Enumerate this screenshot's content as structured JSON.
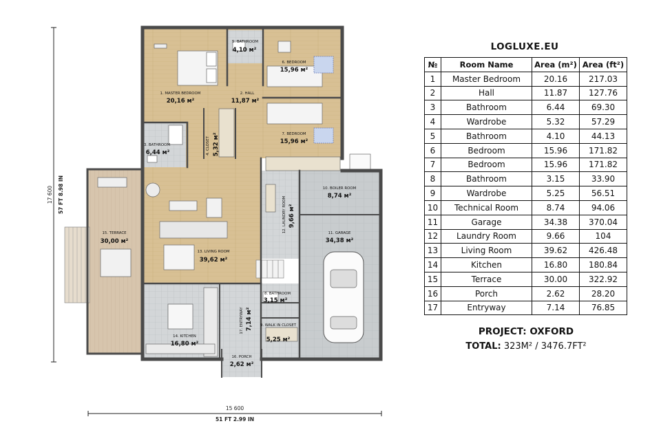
{
  "brand": "LOGLUXE.EU",
  "table": {
    "headers": {
      "num": "№",
      "name": "Room Name",
      "area_m2": "Area (m²)",
      "area_ft2": "Area (ft²)"
    },
    "rows": [
      {
        "num": "1",
        "name": "Master Bedroom",
        "m2": "20.16",
        "ft2": "217.03"
      },
      {
        "num": "2",
        "name": "Hall",
        "m2": "11.87",
        "ft2": "127.76"
      },
      {
        "num": "3",
        "name": "Bathroom",
        "m2": "6.44",
        "ft2": "69.30"
      },
      {
        "num": "4",
        "name": "Wardrobe",
        "m2": "5.32",
        "ft2": "57.29"
      },
      {
        "num": "5",
        "name": "Bathroom",
        "m2": "4.10",
        "ft2": "44.13"
      },
      {
        "num": "6",
        "name": "Bedroom",
        "m2": "15.96",
        "ft2": "171.82"
      },
      {
        "num": "7",
        "name": "Bedroom",
        "m2": "15.96",
        "ft2": "171.82"
      },
      {
        "num": "8",
        "name": "Bathroom",
        "m2": "3.15",
        "ft2": "33.90"
      },
      {
        "num": "9",
        "name": "Wardrobe",
        "m2": "5.25",
        "ft2": "56.51"
      },
      {
        "num": "10",
        "name": "Technical Room",
        "m2": "8.74",
        "ft2": "94.06"
      },
      {
        "num": "11",
        "name": "Garage",
        "m2": "34.38",
        "ft2": "370.04"
      },
      {
        "num": "12",
        "name": "Laundry Room",
        "m2": "9.66",
        "ft2": "104"
      },
      {
        "num": "13",
        "name": "Living Room",
        "m2": "39.62",
        "ft2": "426.48"
      },
      {
        "num": "14",
        "name": "Kitchen",
        "m2": "16.80",
        "ft2": "180.84"
      },
      {
        "num": "15",
        "name": "Terrace",
        "m2": "30.00",
        "ft2": "322.92"
      },
      {
        "num": "16",
        "name": "Porch",
        "m2": "2.62",
        "ft2": "28.20"
      },
      {
        "num": "17",
        "name": "Entryway",
        "m2": "7.14",
        "ft2": "76.85"
      }
    ]
  },
  "project": "PROJECT: OXFORD",
  "total": {
    "label": "TOTAL:",
    "value": "323M² / 3476.7FT²"
  },
  "dimensions": {
    "height_mm": "17 600",
    "height_imperial": "57 FT 8.98 IN",
    "width_mm": "15 600",
    "width_imperial": "51 FT 2.99 IN"
  },
  "rooms": {
    "master_bedroom": {
      "label": "1. MASTER BEDROOM",
      "area": "20,16 м²"
    },
    "hall": {
      "label": "2. HALL",
      "area": "11,87 м²"
    },
    "bathroom_3": {
      "label": "3. BATHROOM",
      "area": "6,44 м²"
    },
    "closet_4": {
      "label": "4. CLOSET",
      "area": "5,32 м²"
    },
    "bathroom_5": {
      "label": "5. BATHROOM",
      "area": "4,10 м²"
    },
    "bedroom_6": {
      "label": "6. BEDROOM",
      "area": "15,96 м²"
    },
    "bedroom_7": {
      "label": "7. BEDROOM",
      "area": "15,96 м²"
    },
    "bathroom_8": {
      "label": "8. BATHROOM",
      "area": "3,15 м²"
    },
    "walkin_9": {
      "label": "9. WALK IN CLOSET",
      "area": "5,25 м²"
    },
    "boiler_10": {
      "label": "10. BOILER ROOM",
      "area": "8,74 м²"
    },
    "garage_11": {
      "label": "11. GARAGE",
      "area": "34,38 м²"
    },
    "laundry_12": {
      "label": "12. LAUNDRY ROOM",
      "area": "9,66 м²"
    },
    "living_13": {
      "label": "13. LIVING ROOM",
      "area": "39,62 м²"
    },
    "kitchen_14": {
      "label": "14. KITCHEN",
      "area": "16,80 м²"
    },
    "terrace_15": {
      "label": "15. TERRACE",
      "area": "30,00 м²"
    },
    "porch_16": {
      "label": "16. PORCH",
      "area": "2,62 м²"
    },
    "entryway_17": {
      "label": "17. ENTRYWAY",
      "area": "7,14 м²"
    }
  },
  "colors": {
    "wood_floor": "#d8c094",
    "tile_floor": "#cfd2d4",
    "terrace_deck": "#d7c5ad",
    "wall": "#4a4a4a"
  }
}
